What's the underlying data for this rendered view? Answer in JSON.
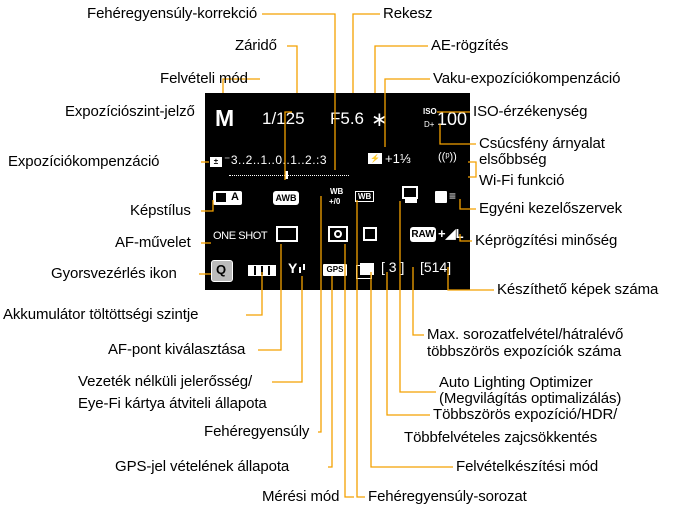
{
  "leader_color": "#f3a100",
  "labels": {
    "wb_correction": "Fehéregyensúly-korrekció",
    "aperture": "Rekesz",
    "shutter": "Záridő",
    "ae_lock": "AE-rögzítés",
    "shooting_mode": "Felvételi mód",
    "flash_comp": "Vaku-expozíciókompenzáció",
    "exposure_indicator": "Expozíciószint-jelző",
    "iso": "ISO-érzékenység",
    "highlight_tone_1": "Csúcsfény árnyalat",
    "highlight_tone_2": "elsőbbség",
    "exposure_comp": "Expozíciókompenzáció",
    "wifi": "Wi-Fi funkció",
    "picture_style": "Képstílus",
    "custom_controls": "Egyéni kezelőszervek",
    "af_operation": "AF-művelet",
    "image_quality": "Képrögzítési minőség",
    "quick_control": "Gyorsvezérlés ikon",
    "shots_remaining": "Készíthető képek száma",
    "battery": "Akkumulátor töltöttségi szintje",
    "max_burst_1": "Max. sorozatfelvétel/hátralévő",
    "max_burst_2": "többszörös expozíciók száma",
    "af_point": "AF-pont kiválasztása",
    "alo_1": "Auto Lighting Optimizer",
    "alo_2": "(Megvilágítás optimalizálás)",
    "wireless_1": "Vezeték nélküli jelerősség/",
    "wireless_2": "Eye-Fi kártya átviteli állapota",
    "multi_exp_1": "Többszörös expozíció/HDR/",
    "multi_exp_2": "Többfelvételes zajcsökkentés",
    "white_balance": "Fehéregyensúly",
    "gps": "GPS-jel vételének állapota",
    "drive_mode": "Felvételkészítési mód",
    "metering": "Mérési mód",
    "wb_bracketing": "Fehéregyensúly-sorozat"
  },
  "screen": {
    "mode": "M",
    "shutter": "1/125",
    "aperture": "F5.6",
    "ae_lock_symbol": "∗",
    "iso_label": "ISO",
    "iso_value": "100",
    "d_plus": "D+",
    "exp_scale": "⁻3..2..1..0..1..2.:3",
    "flash_comp_value": "+1⅓",
    "wifi_symbol": "((ᵖ))",
    "picture_style": "A",
    "awb": "AWB",
    "wb_corr_top": "WB",
    "wb_corr_bottom": "+/0",
    "wb_bkt": "WB",
    "af_op": "ONE SHOT",
    "raw": "RAW",
    "quality": "+◢L",
    "quick_q": "Q",
    "gps_text": "GPS",
    "burst": "[ 3 ]",
    "shots": "[514]"
  }
}
